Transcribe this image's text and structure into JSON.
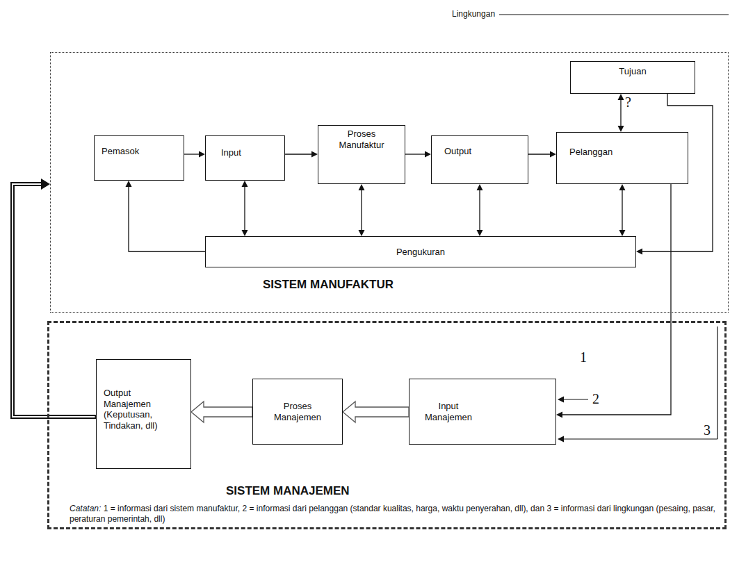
{
  "diagram": {
    "nodes": [
      {
        "text": [
          "SISTEM MANUFAKTUR"
        ]
      },
      {
        "text": [
          "Tujuan"
        ],
        "in": 0
      },
      {
        "text": [
          "Pemasok"
        ],
        "in": 0
      },
      {
        "text": [
          "Input"
        ],
        "in": 0
      },
      {
        "text": [
          "Proses Manufaktur"
        ],
        "in": 0
      },
      {
        "text": [
          "Output"
        ],
        "in": 0
      },
      {
        "text": [
          "Pelanggan"
        ],
        "in": 0
      },
      {
        "text": [
          "Pengukuran"
        ],
        "in": 0
      },
      {
        "text": [
          "SISTEM MANAJEMEN",
          "Catatan:",
          "1 = informasi dari sistem manufaktur, 2 = informasi dari pelanggan (standar kualitas, harga, waktu penyerahan, dll), dan 3 = informasi dari lingkungan (pesaing, pasar, peraturan pemerintah, dll)"
        ]
      },
      {
        "text": [
          "Output Manajemen (Keputusan, Tindakan, dll)"
        ],
        "in": 8
      },
      {
        "text": [
          "Proses Manajemen"
        ],
        "in": 8
      },
      {
        "text": [
          "Input Manajemen"
        ],
        "in": 8
      }
    ],
    "edges": [
      {
        "from": 2,
        "to": 3,
        "arrow": "to"
      },
      {
        "from": 3,
        "to": 4,
        "arrow": "to"
      },
      {
        "from": 4,
        "to": 5,
        "arrow": "to"
      },
      {
        "from": 5,
        "to": 6,
        "arrow": "to"
      },
      {
        "from": 1,
        "to": 6,
        "arrow": "both"
      },
      {
        "from": 1,
        "to": 7,
        "label": "?",
        "arrow": "to"
      },
      {
        "from": 3,
        "to": 7,
        "arrow": "both"
      },
      {
        "from": 4,
        "to": 7,
        "arrow": "both"
      },
      {
        "from": 5,
        "to": 7,
        "arrow": "both"
      },
      {
        "from": 6,
        "to": 7,
        "arrow": "both"
      },
      {
        "from": 7,
        "to": 2,
        "arrow": "to"
      },
      {
        "from": 6,
        "to": 11,
        "arrow": "to"
      },
      {
        "from": 11,
        "to": 10,
        "arrow": "to"
      },
      {
        "from": 10,
        "to": 9,
        "arrow": "to"
      },
      {
        "from": 9,
        "to": 0,
        "arrow": "to"
      }
    ],
    "labels": [
      "Lingkungan",
      "1",
      "2",
      "3"
    ]
  }
}
